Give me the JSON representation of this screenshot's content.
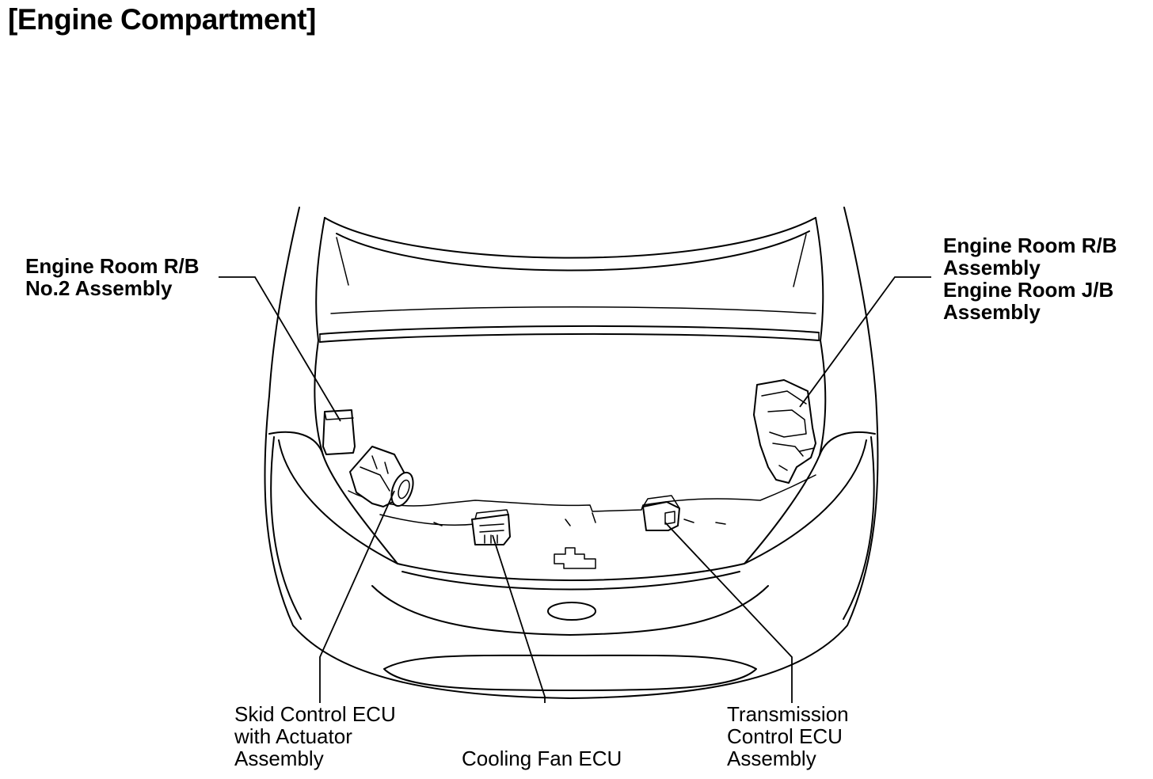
{
  "title": "[Engine Compartment]",
  "labels": {
    "rb_no2": [
      "Engine Room R/B",
      "No.2 Assembly"
    ],
    "rb_jb": [
      "Engine Room R/B",
      "Assembly",
      "Engine Room J/B",
      "Assembly"
    ],
    "skid": [
      "Skid Control ECU",
      "with Actuator",
      "Assembly"
    ],
    "fan": [
      "Cooling Fan ECU"
    ],
    "trans": [
      "Transmission",
      "Control ECU",
      "Assembly"
    ]
  }
}
